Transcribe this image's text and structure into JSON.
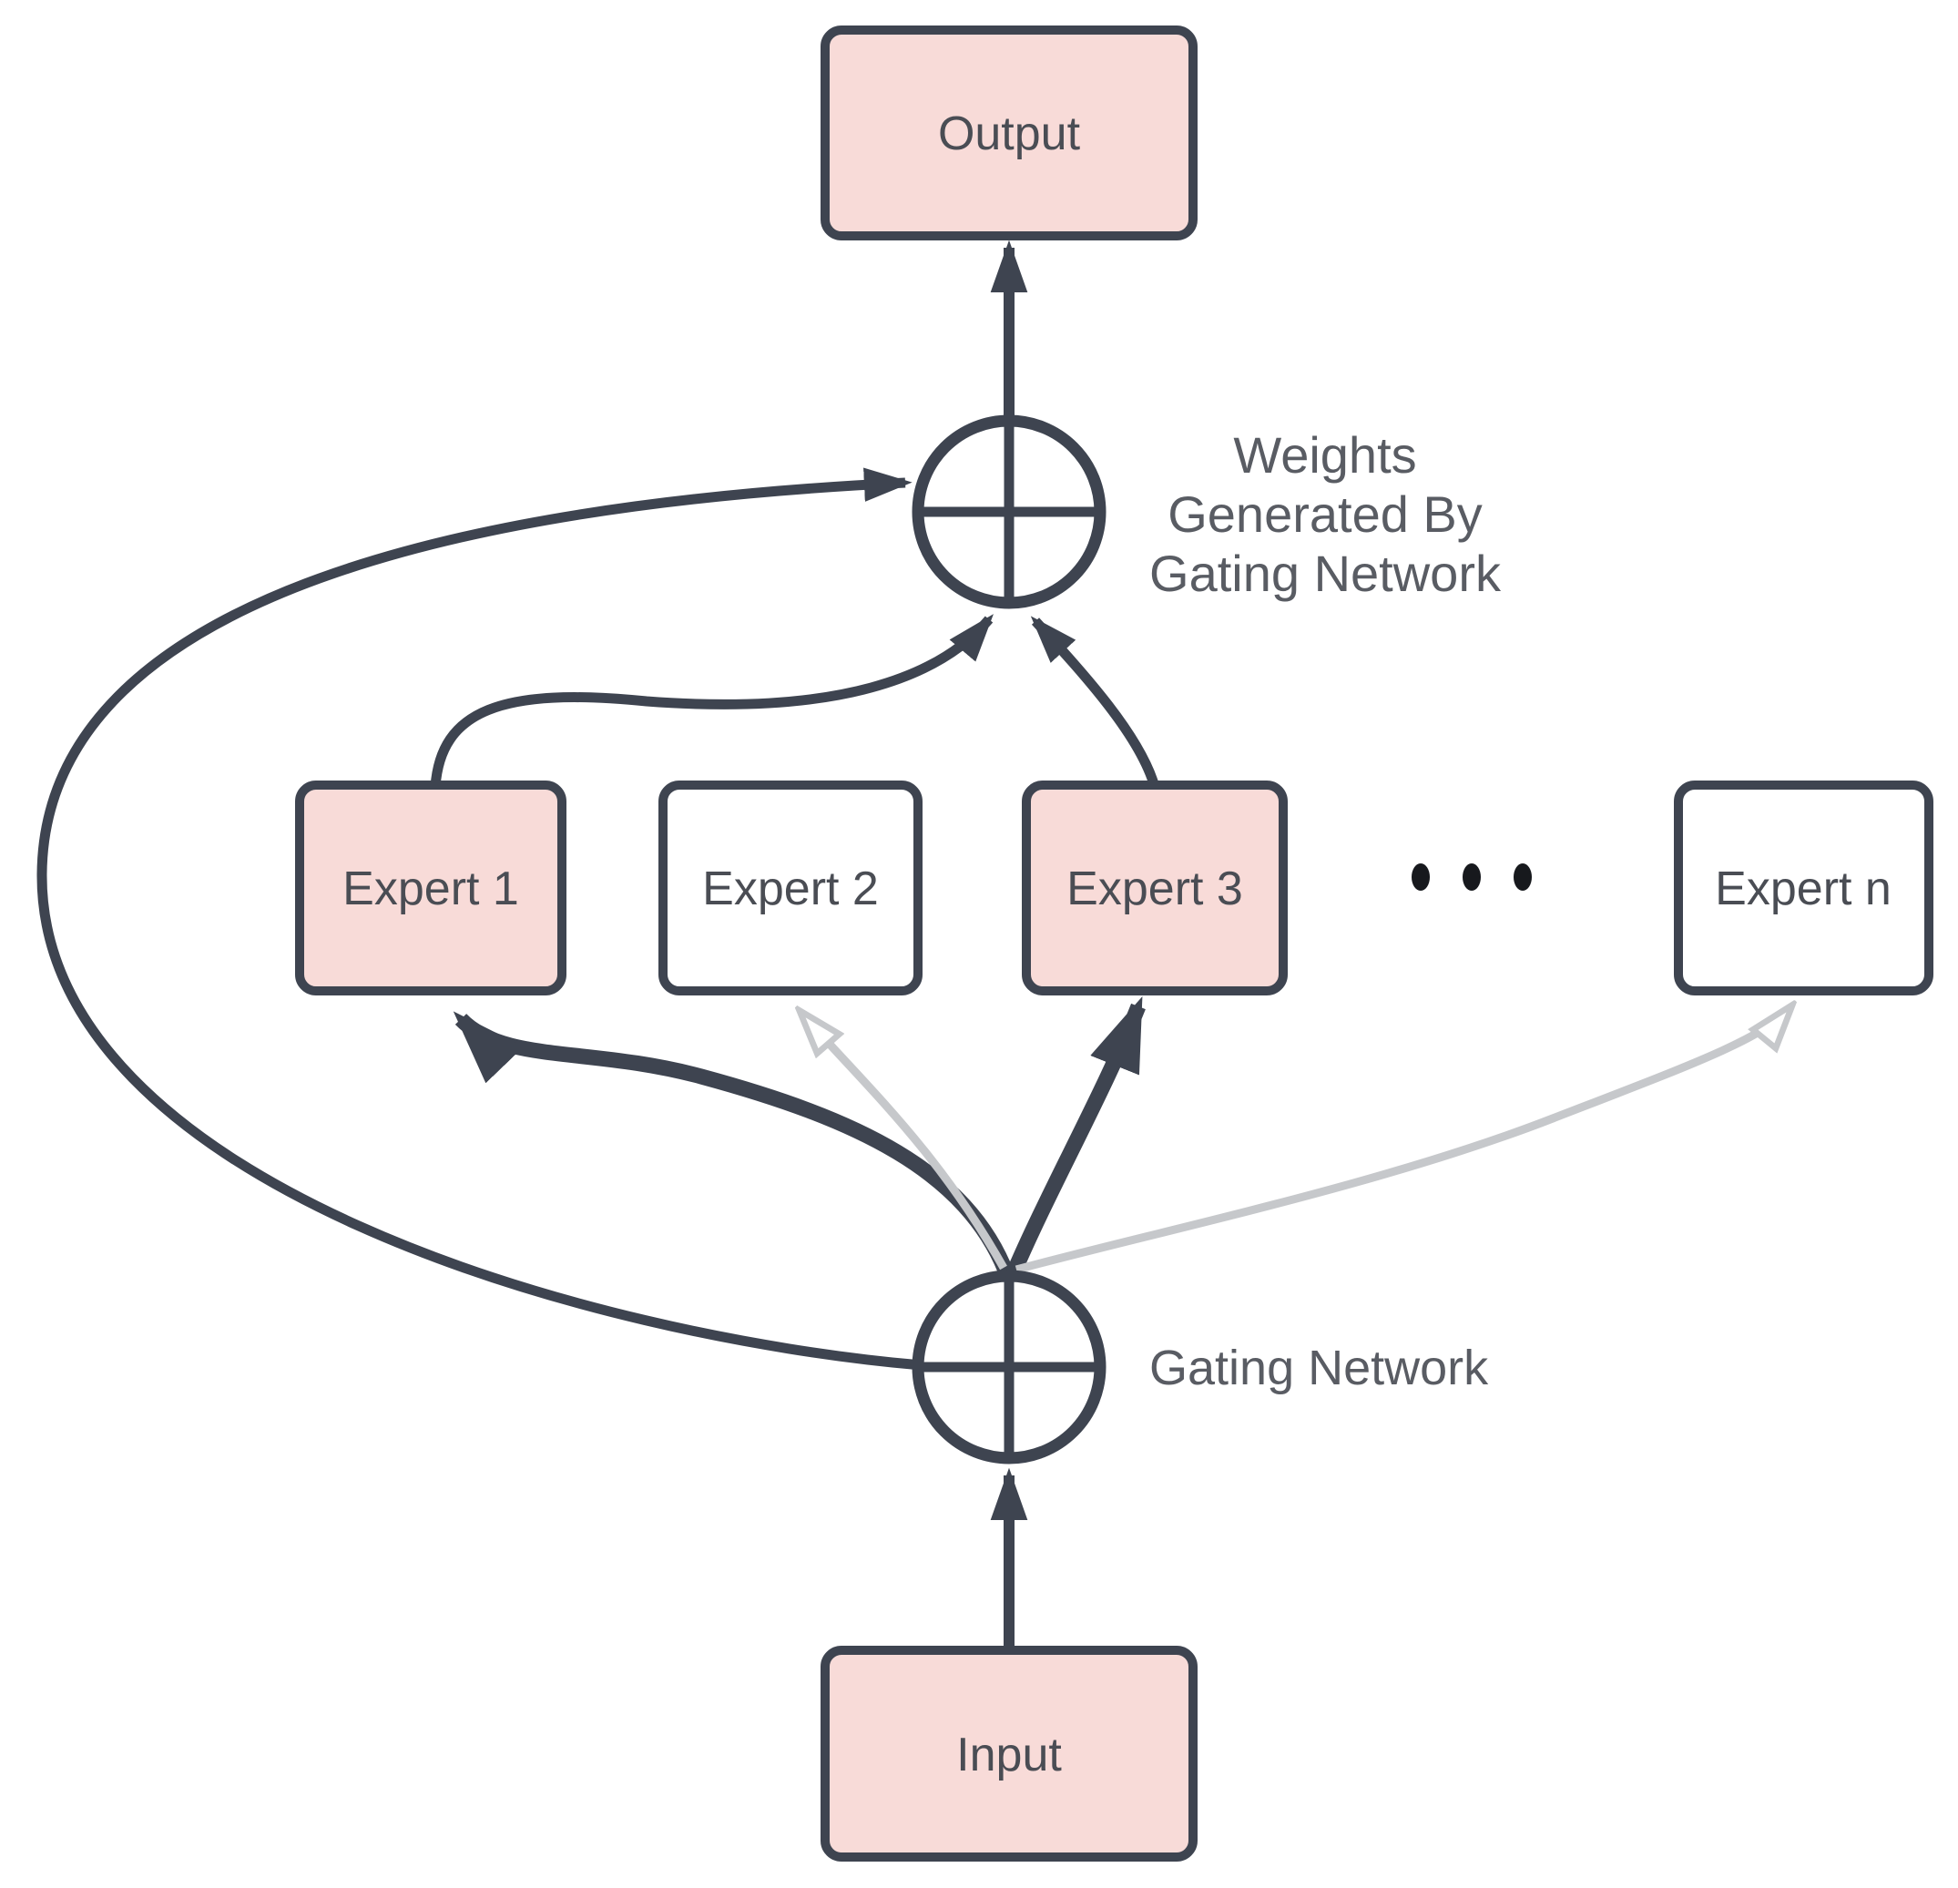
{
  "colors": {
    "stroke_dark": "#3e4450",
    "arrow_gray": "#c6c8cb",
    "node_pink": "#f8dbd8",
    "node_white": "#ffffff",
    "box_text": "#4a4d54",
    "label_text": "#595c63",
    "dot_color": "#17191d",
    "background": "#ffffff"
  },
  "nodes": {
    "output": {
      "label": "Output",
      "fill": "#f8dbd8"
    },
    "input": {
      "label": "Input",
      "fill": "#f8dbd8"
    },
    "experts": [
      {
        "label": "Expert 1",
        "fill": "#f8dbd8"
      },
      {
        "label": "Expert 2",
        "fill": "#ffffff"
      },
      {
        "label": "Expert 3",
        "fill": "#f8dbd8"
      },
      {
        "label": "Expert n",
        "fill": "#ffffff"
      }
    ],
    "summation_node": {
      "symbol": "circled-plus"
    },
    "gating_node": {
      "symbol": "circled-plus"
    },
    "ellipsis_dot_count": 3
  },
  "labels": {
    "weights_note": {
      "line1": "Weights",
      "line2": "Generated By",
      "line3": "Gating Network"
    },
    "gating": "Gating Network"
  },
  "edges": [
    {
      "from": "Input",
      "to": "Gating Network",
      "style": "dark-arrow"
    },
    {
      "from": "Gating Network",
      "to": "Expert 1",
      "style": "dark-thick-arrow"
    },
    {
      "from": "Gating Network",
      "to": "Expert 2",
      "style": "gray-open-arrow"
    },
    {
      "from": "Gating Network",
      "to": "Expert 3",
      "style": "dark-thick-arrow"
    },
    {
      "from": "Gating Network",
      "to": "Expert n",
      "style": "gray-open-arrow"
    },
    {
      "from": "Gating Network",
      "to": "Weighted Sum",
      "style": "dark-curve-arrow"
    },
    {
      "from": "Expert 1",
      "to": "Weighted Sum",
      "style": "dark-arrow"
    },
    {
      "from": "Expert 3",
      "to": "Weighted Sum",
      "style": "dark-arrow"
    },
    {
      "from": "Weighted Sum",
      "to": "Output",
      "style": "dark-arrow"
    }
  ]
}
